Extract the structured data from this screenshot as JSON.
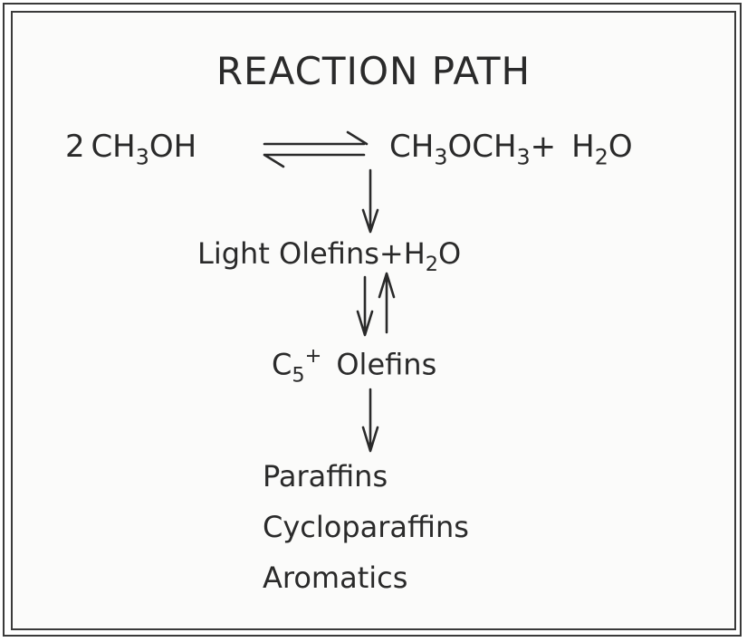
{
  "title": "REACTION PATH",
  "equilibrium": {
    "left": {
      "coef": "2",
      "a": "CH",
      "a_sub": "3",
      "b": "OH"
    },
    "right": {
      "a": "CH",
      "a_sub": "3",
      "b": "OCH",
      "b_sub": "3",
      "plus": "+",
      "c": "H",
      "c_sub": "2",
      "d": "O"
    }
  },
  "step_light": {
    "a": "Light Olefins",
    "plus": "+",
    "b": "H",
    "b_sub": "2",
    "c": "O"
  },
  "step_c5": {
    "a": "C",
    "a_sub": "5",
    "a_sup": "+",
    "b": "Olefins"
  },
  "products": [
    "Paraffins",
    "Cycloparaffins",
    "Aromatics"
  ]
}
